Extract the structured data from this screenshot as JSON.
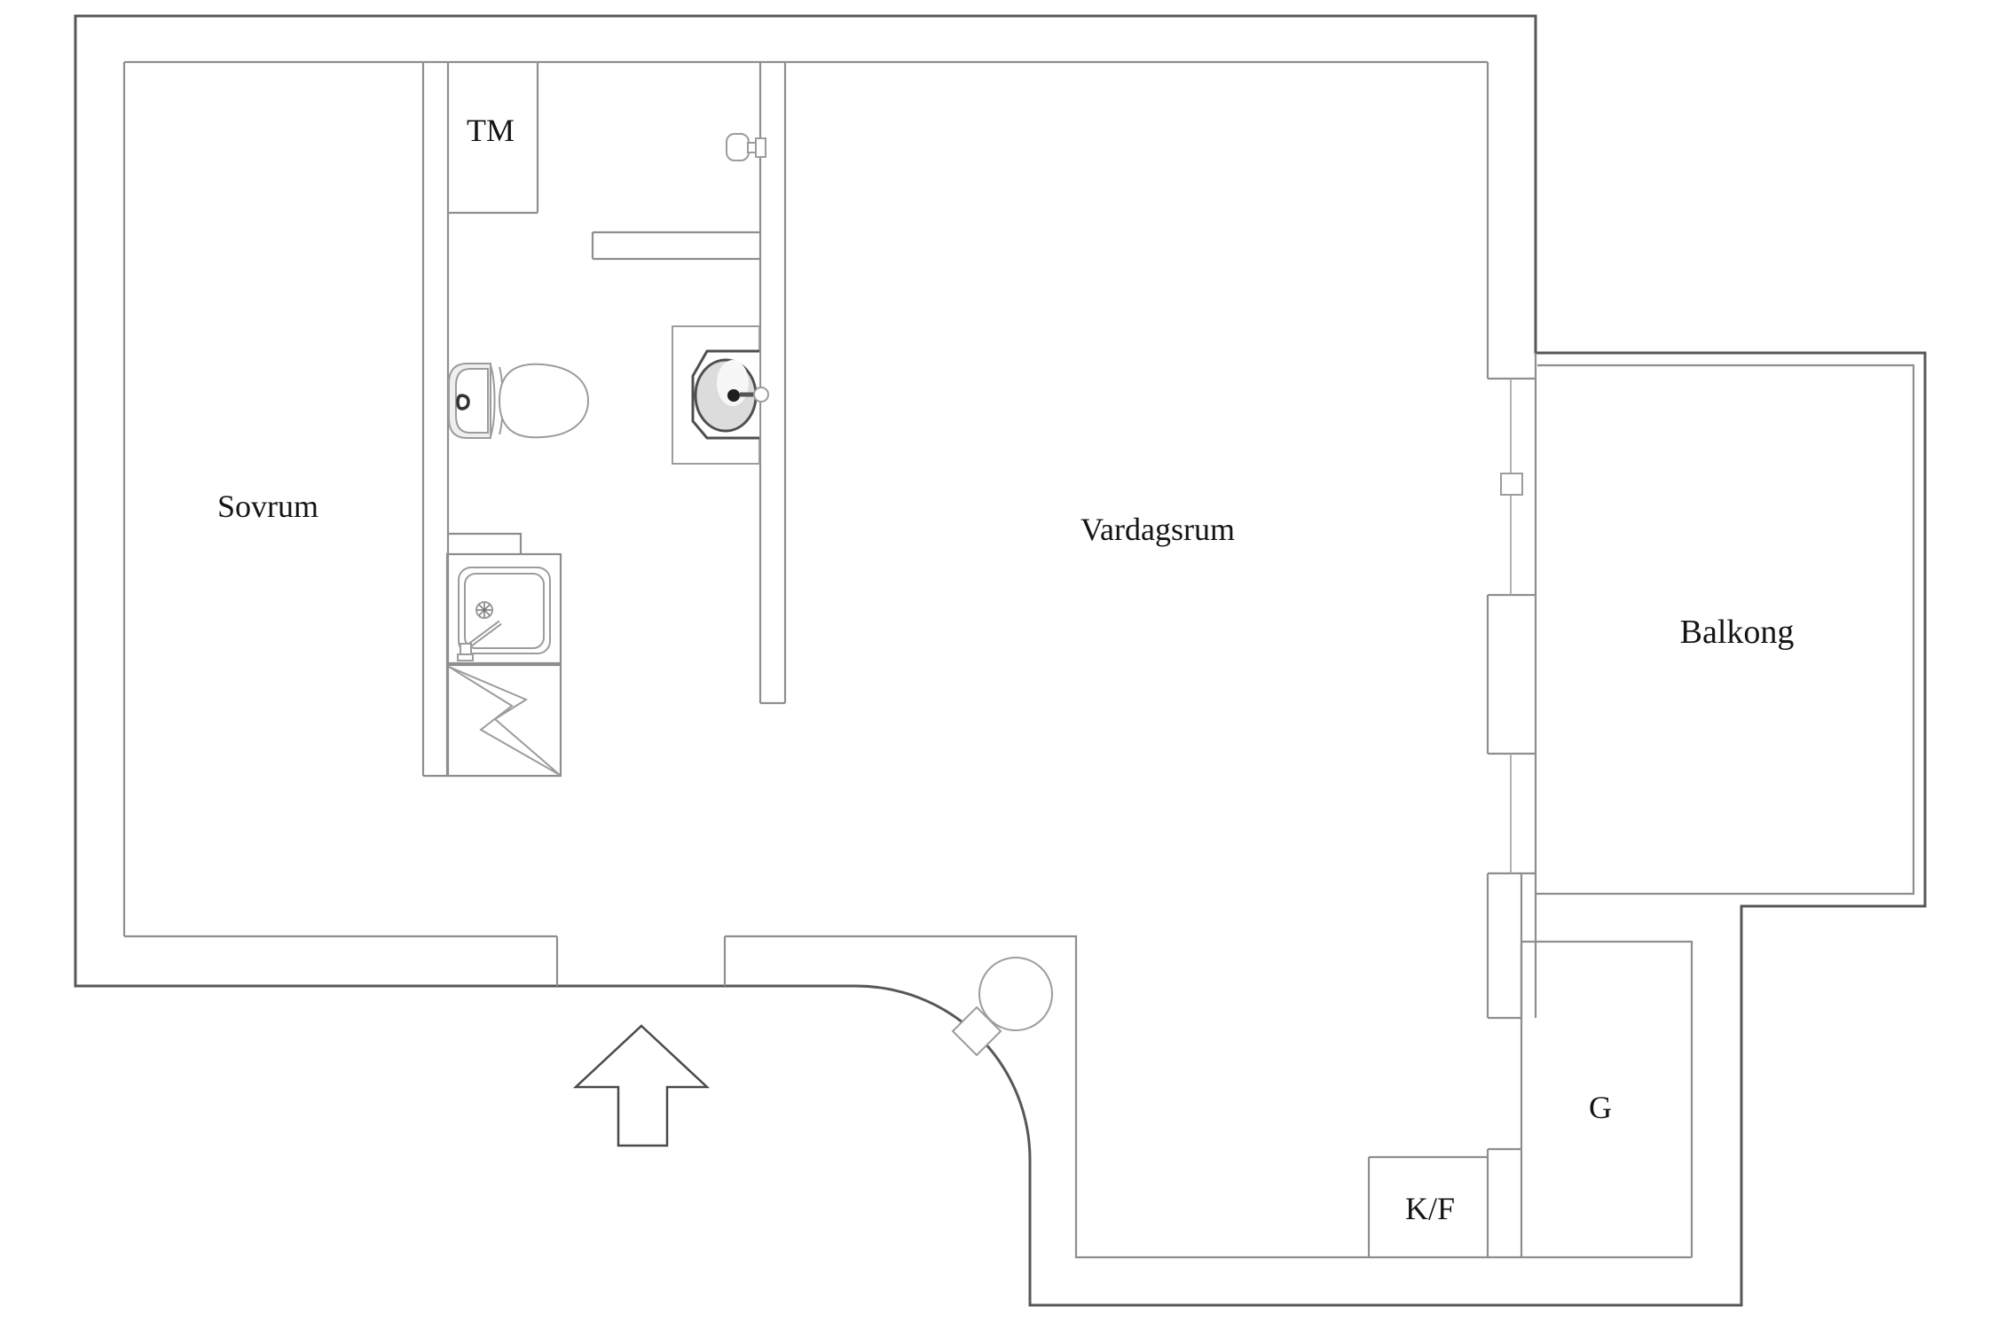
{
  "palette": {
    "background": "#ffffff",
    "wall_outer": "#575757",
    "wall_inner": "#8e8e8e",
    "glass_line": "#a9a9a9",
    "fixture": "#9c9c9c",
    "fixture_dark": "#4f4f4f",
    "text": "#141414",
    "shade": "#dcdcdc"
  },
  "labels": {
    "bedroom": "Sovrum",
    "washing_machine": "TM",
    "living_room": "Vardagsrum",
    "balcony": "Balkong",
    "wardrobe": "G",
    "fridge_freezer": "K/F"
  },
  "icons": {
    "toilet": "toilet-icon",
    "washbasin": "washbasin-icon",
    "kitchen_sink": "kitchen-sink-icon",
    "electric_panel": "lightning-bolt-icon",
    "entrance_arrow": "entrance-arrow-icon",
    "door_knob": "door-knob-icon",
    "wall_tap": "wall-tap-icon",
    "window_handle": "window-handle-icon"
  }
}
